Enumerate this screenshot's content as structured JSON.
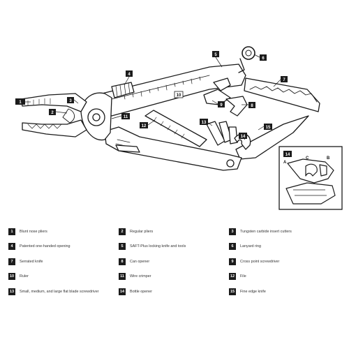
{
  "callouts": [
    "1",
    "2",
    "3",
    "4",
    "5",
    "6",
    "7",
    "8",
    "9",
    "10",
    "11",
    "12",
    "13",
    "14",
    "15"
  ],
  "inset": {
    "callout": "14",
    "labels": [
      "A",
      "B",
      "C"
    ]
  },
  "legend": [
    {
      "num": "1",
      "text": "Blunt nose pliers"
    },
    {
      "num": "2",
      "text": "Regular pliers"
    },
    {
      "num": "3",
      "text": "Tungsten carbide insert cutters"
    },
    {
      "num": "4",
      "text": "Patented one-handed opening"
    },
    {
      "num": "5",
      "text": "SAFT-Plus locking knife and tools"
    },
    {
      "num": "6",
      "text": "Lanyard ring"
    },
    {
      "num": "7",
      "text": "Serrated knife"
    },
    {
      "num": "8",
      "text": "Can opener"
    },
    {
      "num": "9",
      "text": "Cross point screwdriver"
    },
    {
      "num": "10",
      "text": "Ruler"
    },
    {
      "num": "11",
      "text": "Wire crimper"
    },
    {
      "num": "12",
      "text": "File"
    },
    {
      "num": "13",
      "text": "Small, medium, and large flat blade screwdriver"
    },
    {
      "num": "14",
      "text": "Bottle opener"
    },
    {
      "num": "15",
      "text": "Fine edge knife"
    }
  ],
  "colors": {
    "line": "#1a1a1a",
    "fill": "#ffffff",
    "badge": "#1b1b1b",
    "badge_text": "#ffffff"
  }
}
